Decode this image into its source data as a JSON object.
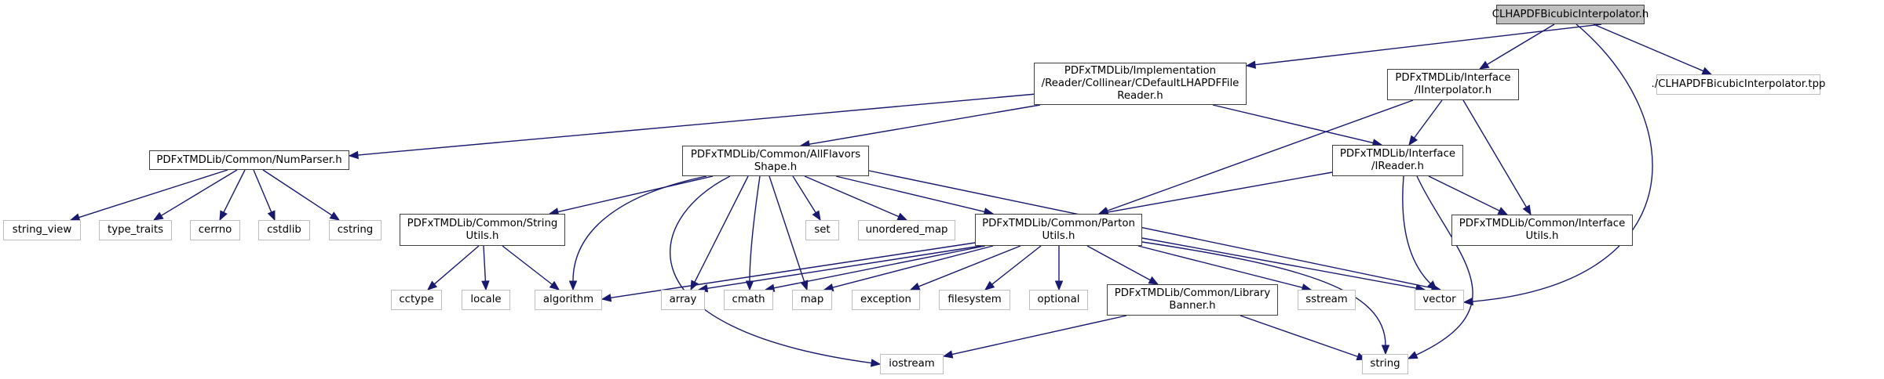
{
  "diagram": {
    "type": "include-dependency-graph",
    "root": "CLHAPDFBicubicInterpolator.h",
    "nodes": [
      {
        "id": "root",
        "label": "CLHAPDFBicubicInterpolator.h",
        "kind": "root"
      },
      {
        "id": "cdefault",
        "label": "PDFxTMDLib/Implementation\n/Reader/Collinear/CDefaultLHAPDFFile\nReader.h",
        "kind": "internal"
      },
      {
        "id": "iinterp",
        "label": "PDFxTMDLib/Interface\n/IInterpolator.h",
        "kind": "internal"
      },
      {
        "id": "tpp",
        "label": "./CLHAPDFBicubicInterpolator.tpp",
        "kind": "external"
      },
      {
        "id": "numparser",
        "label": "PDFxTMDLib/Common/NumParser.h",
        "kind": "internal"
      },
      {
        "id": "allflavors",
        "label": "PDFxTMDLib/Common/AllFlavors\nShape.h",
        "kind": "internal"
      },
      {
        "id": "ireader",
        "label": "PDFxTMDLib/Interface\n/IReader.h",
        "kind": "internal"
      },
      {
        "id": "string_view",
        "label": "string_view",
        "kind": "external"
      },
      {
        "id": "type_traits",
        "label": "type_traits",
        "kind": "external"
      },
      {
        "id": "cerrno",
        "label": "cerrno",
        "kind": "external"
      },
      {
        "id": "cstdlib",
        "label": "cstdlib",
        "kind": "external"
      },
      {
        "id": "cstring",
        "label": "cstring",
        "kind": "external"
      },
      {
        "id": "stringutils",
        "label": "PDFxTMDLib/Common/String\nUtils.h",
        "kind": "internal"
      },
      {
        "id": "set",
        "label": "set",
        "kind": "external"
      },
      {
        "id": "unordered_map",
        "label": "unordered_map",
        "kind": "external"
      },
      {
        "id": "partonutils",
        "label": "PDFxTMDLib/Common/Parton\nUtils.h",
        "kind": "internal"
      },
      {
        "id": "interfaceutils",
        "label": "PDFxTMDLib/Common/Interface\nUtils.h",
        "kind": "internal"
      },
      {
        "id": "cctype",
        "label": "cctype",
        "kind": "external"
      },
      {
        "id": "locale",
        "label": "locale",
        "kind": "external"
      },
      {
        "id": "algorithm",
        "label": "algorithm",
        "kind": "external"
      },
      {
        "id": "array",
        "label": "array",
        "kind": "external"
      },
      {
        "id": "cmath",
        "label": "cmath",
        "kind": "external"
      },
      {
        "id": "map",
        "label": "map",
        "kind": "external"
      },
      {
        "id": "exception",
        "label": "exception",
        "kind": "external"
      },
      {
        "id": "filesystem",
        "label": "filesystem",
        "kind": "external"
      },
      {
        "id": "optional",
        "label": "optional",
        "kind": "external"
      },
      {
        "id": "librarybanner",
        "label": "PDFxTMDLib/Common/Library\nBanner.h",
        "kind": "internal"
      },
      {
        "id": "sstream",
        "label": "sstream",
        "kind": "external"
      },
      {
        "id": "vector",
        "label": "vector",
        "kind": "external"
      },
      {
        "id": "iostream",
        "label": "iostream",
        "kind": "external"
      },
      {
        "id": "string",
        "label": "string",
        "kind": "external"
      }
    ],
    "edges": [
      [
        "root",
        "cdefault"
      ],
      [
        "root",
        "iinterp"
      ],
      [
        "root",
        "vector"
      ],
      [
        "root",
        "tpp"
      ],
      [
        "cdefault",
        "numparser"
      ],
      [
        "cdefault",
        "allflavors"
      ],
      [
        "cdefault",
        "ireader"
      ],
      [
        "iinterp",
        "partonutils"
      ],
      [
        "iinterp",
        "ireader"
      ],
      [
        "iinterp",
        "interfaceutils"
      ],
      [
        "numparser",
        "string_view"
      ],
      [
        "numparser",
        "type_traits"
      ],
      [
        "numparser",
        "cerrno"
      ],
      [
        "numparser",
        "cstdlib"
      ],
      [
        "numparser",
        "cstring"
      ],
      [
        "allflavors",
        "stringutils"
      ],
      [
        "allflavors",
        "algorithm"
      ],
      [
        "allflavors",
        "iostream"
      ],
      [
        "allflavors",
        "array"
      ],
      [
        "allflavors",
        "cmath"
      ],
      [
        "allflavors",
        "map"
      ],
      [
        "allflavors",
        "set"
      ],
      [
        "allflavors",
        "unordered_map"
      ],
      [
        "allflavors",
        "partonutils"
      ],
      [
        "allflavors",
        "vector"
      ],
      [
        "ireader",
        "partonutils"
      ],
      [
        "ireader",
        "interfaceutils"
      ],
      [
        "ireader",
        "vector"
      ],
      [
        "ireader",
        "string"
      ],
      [
        "stringutils",
        "cctype"
      ],
      [
        "stringutils",
        "locale"
      ],
      [
        "stringutils",
        "algorithm"
      ],
      [
        "partonutils",
        "algorithm"
      ],
      [
        "partonutils",
        "array"
      ],
      [
        "partonutils",
        "cmath"
      ],
      [
        "partonutils",
        "map"
      ],
      [
        "partonutils",
        "exception"
      ],
      [
        "partonutils",
        "filesystem"
      ],
      [
        "partonutils",
        "optional"
      ],
      [
        "partonutils",
        "librarybanner"
      ],
      [
        "partonutils",
        "sstream"
      ],
      [
        "partonutils",
        "vector"
      ],
      [
        "partonutils",
        "string"
      ],
      [
        "librarybanner",
        "iostream"
      ],
      [
        "librarybanner",
        "string"
      ]
    ]
  },
  "colors": {
    "edge": "#191970",
    "root_fill": "#bfbfbf",
    "internal_border": "#404040",
    "external_border": "#bfbfbf"
  }
}
